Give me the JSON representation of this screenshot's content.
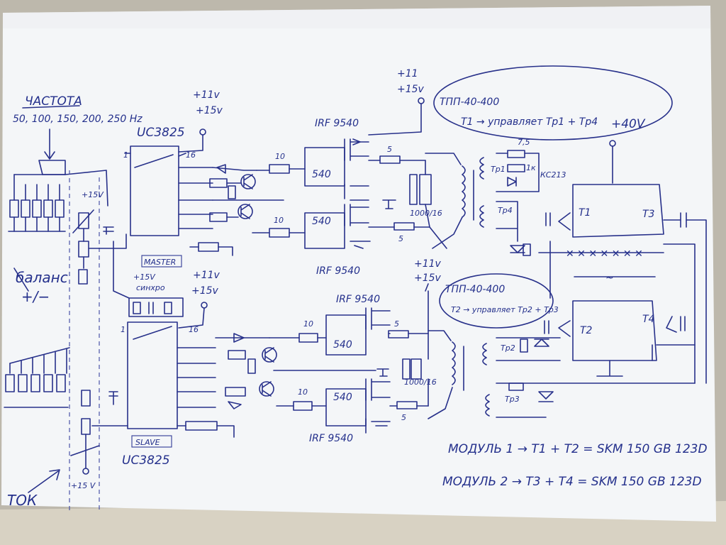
{
  "chart_data": {
    "type": "table",
    "texts": {
      "freq_title": "ЧАСТОТА",
      "freq_values": "50, 100, 150, 200, 250 Hz",
      "balance": "баланс",
      "balance_pm": "+/−",
      "current": "ТОК",
      "plus15v": "+15V",
      "plus15v_lower": "+15 V",
      "plus11v": "+11v",
      "plus15v_supply": "+15v",
      "plus11": "+11",
      "plus40v": "+40V",
      "uc_top": "UC3825",
      "uc_bottom": "UC3825",
      "master": "MASTER",
      "slave": "SLAVE",
      "sync": "синхро",
      "pin1": "1",
      "pin16": "16",
      "irf": "IRF 9540",
      "r540": "540",
      "r10": "10",
      "r5": "5",
      "cap": "1000/16",
      "transformer1_model": "ТПП-40-400",
      "transformer1_desc": "T1 → управляет Tр1 + Tр4",
      "transformer2_model": "ТПП-40-400",
      "transformer2_desc": "T2 → управляет Tр2 + Tр3",
      "kc": "КС213",
      "r1k": "1к",
      "r75": "7,5",
      "tr1": "Tр1",
      "tr2": "Tр2",
      "tr3": "Tр3",
      "tr4": "Tр4",
      "t1": "T1",
      "t2": "T2",
      "t3": "T3",
      "t4": "T4",
      "module1": "МОДУЛЬ 1 → T1 + T2 = SKM 150 GB 123D",
      "module2": "МОДУЛЬ 2 → T3 + T4 = SKM 150 GB 123D"
    }
  }
}
